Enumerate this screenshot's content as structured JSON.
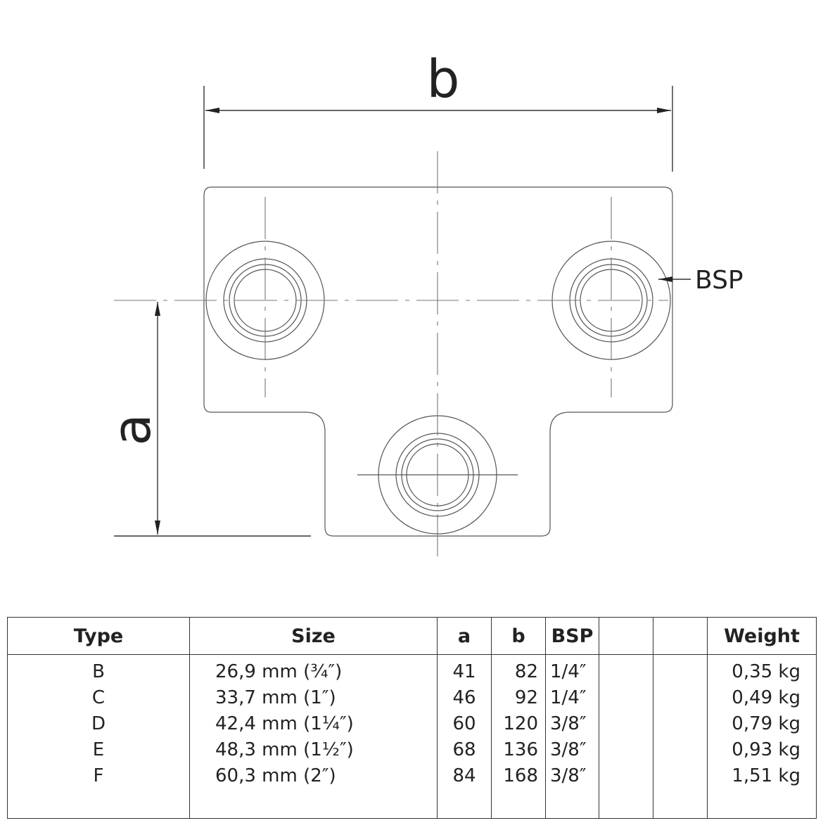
{
  "drawing": {
    "dimension_b_label": "b",
    "dimension_a_label": "a",
    "bsp_callout": "BSP"
  },
  "table": {
    "headers": {
      "type": "Type",
      "size": "Size",
      "a": "a",
      "b": "b",
      "bsp": "BSP",
      "blank1": "",
      "blank2": "",
      "weight": "Weight"
    },
    "rows": [
      {
        "type": "B",
        "size": "26,9 mm (¾″)",
        "a": "41",
        "b": "82",
        "bsp": "1/4″",
        "weight": "0,35 kg"
      },
      {
        "type": "C",
        "size": "33,7 mm (1″)",
        "a": "46",
        "b": "92",
        "bsp": "1/4″",
        "weight": "0,49 kg"
      },
      {
        "type": "D",
        "size": "42,4 mm (1¼″)",
        "a": "60",
        "b": "120",
        "bsp": "3/8″",
        "weight": "0,79 kg"
      },
      {
        "type": "E",
        "size": "48,3 mm (1½″)",
        "a": "68",
        "b": "136",
        "bsp": "3/8″",
        "weight": "0,93 kg"
      },
      {
        "type": "F",
        "size": "60,3 mm (2″)",
        "a": "84",
        "b": "168",
        "bsp": "3/8″",
        "weight": "1,51 kg"
      }
    ]
  }
}
